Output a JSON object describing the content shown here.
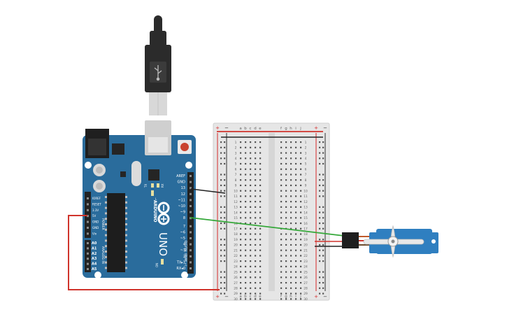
{
  "colors": {
    "board": "#2a6c9c",
    "board_dark": "#1f5478",
    "header": "#222222",
    "breadboard": "#e6e6e6",
    "breadboard_edge": "#cfcfcf",
    "rail_red": "#d62828",
    "rail_dark": "#333333",
    "wire_red": "#d0342c",
    "wire_black": "#222222",
    "wire_green": "#35a83a",
    "servo": "#2f7fc0",
    "servo_horn": "#e8e8e8",
    "usb_body": "#2b2b2b",
    "usb_metal": "#d8d8d8",
    "reset": "#c9432f"
  },
  "icons": {
    "arduino_logo": "infinity-logo-icon",
    "reset": "reset-button-icon",
    "usb": "usb-symbol-icon"
  },
  "arduino": {
    "logo_text": "ARDUINO",
    "model": "UNO",
    "digital_label": "DIGITAL (PWM ~)",
    "power_label": "POWER",
    "analog_label": "ANALOG IN",
    "on_label": "ON",
    "tx_label": "TX",
    "rx_label": "RX",
    "l_label": "L",
    "digital_pins": [
      "AREF",
      "GND",
      "13",
      "12",
      "~11",
      "~10",
      "~9",
      "8",
      "7",
      "~6",
      "~5",
      "4",
      "~3",
      "2",
      "TX▸1",
      "RX◂0"
    ],
    "power_pins": [
      "IOREF",
      "RESET",
      "3.3V",
      "5V",
      "GND",
      "GND",
      "Vin"
    ],
    "analog_pins": [
      "A0",
      "A1",
      "A2",
      "A3",
      "A4",
      "A5"
    ]
  },
  "breadboard": {
    "col_letters_left": [
      "a",
      "b",
      "c",
      "d",
      "e"
    ],
    "col_letters_right": [
      "f",
      "g",
      "h",
      "i",
      "j"
    ],
    "rail_plus": "+",
    "rail_minus": "−",
    "row_numbers": [
      "1",
      "2",
      "3",
      "4",
      "5",
      "6",
      "7",
      "8",
      "9",
      "10",
      "11",
      "12",
      "13",
      "14",
      "15",
      "16",
      "17",
      "18",
      "19",
      "20",
      "21",
      "22",
      "23",
      "24",
      "25",
      "26",
      "27",
      "28",
      "29",
      "30"
    ]
  }
}
